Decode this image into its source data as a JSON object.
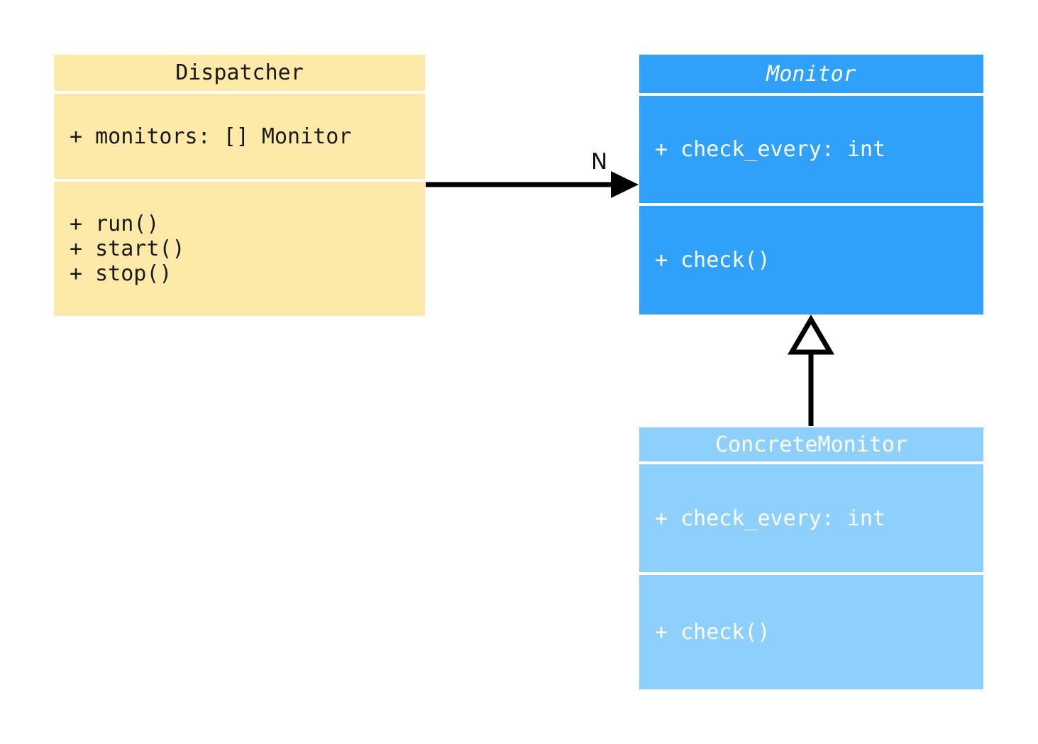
{
  "diagram": {
    "kind": "uml-class-diagram",
    "background": "#ffffff",
    "classes": [
      {
        "id": "dispatcher",
        "name": "Dispatcher",
        "abstract": false,
        "fill": "#fdeaa8",
        "text_color": "#1a1a1a",
        "attributes": [
          "+ monitors: [] Monitor"
        ],
        "methods": [
          "+ run()",
          "+ start()",
          "+ stop()"
        ]
      },
      {
        "id": "monitor",
        "name": "Monitor",
        "abstract": true,
        "fill": "#2fa1fb",
        "text_color": "#ffffff",
        "attributes": [
          "+ check_every: int"
        ],
        "methods": [
          "+ check()"
        ]
      },
      {
        "id": "concretemonitor",
        "name": "ConcreteMonitor",
        "abstract": false,
        "fill": "#8ed0fd",
        "text_color": "#ffffff",
        "attributes": [
          "+ check_every: int"
        ],
        "methods": [
          "+ check()"
        ]
      }
    ],
    "relationships": [
      {
        "id": "dispatcher-to-monitor",
        "type": "association",
        "from": "Dispatcher",
        "to": "Monitor",
        "arrowhead": "filled-triangle",
        "label": "N",
        "line_color": "#000000"
      },
      {
        "id": "concretemonitor-to-monitor",
        "type": "generalization",
        "from": "ConcreteMonitor",
        "to": "Monitor",
        "arrowhead": "hollow-triangle",
        "label": "",
        "line_color": "#000000"
      }
    ]
  }
}
